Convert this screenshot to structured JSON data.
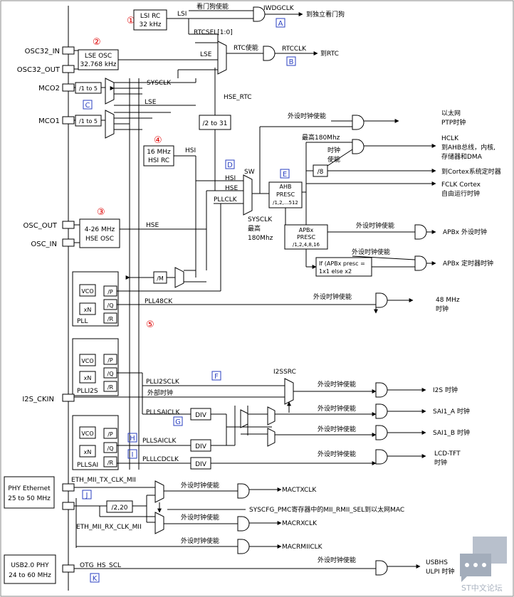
{
  "num": {
    "n1": "①",
    "n2": "②",
    "n3": "③",
    "n4": "④",
    "n5": "⑤"
  },
  "letter": {
    "A": "A",
    "B": "B",
    "C": "C",
    "D": "D",
    "E": "E",
    "F": "F",
    "G": "G",
    "H": "H",
    "I": "I",
    "J": "J",
    "K": "K"
  },
  "lsirc": {
    "l1": "LSI RC",
    "l2": "32 kHz"
  },
  "lseosc": {
    "l1": "LSE OSC",
    "l2": "32.768 kHz"
  },
  "hsirc": {
    "l1": "16 MHz",
    "l2": "HSI RC"
  },
  "hseosc": {
    "l1": "4-26 MHz",
    "l2": "HSE OSC"
  },
  "pins": {
    "osc32_in": "OSC32_IN",
    "osc32_out": "OSC32_OUT",
    "mco2": "MCO2",
    "mco1": "MCO1",
    "osc_out": "OSC_OUT",
    "osc_in": "OSC_IN",
    "i2s_ckin": "I2S_CKIN"
  },
  "phyeth": {
    "l1": "PHY Ethernet",
    "l2": "25 to 50 MHz"
  },
  "usbphy": {
    "l1": "USB2.0 PHY",
    "l2": "24 to 60 MHz"
  },
  "div": {
    "mco": "/1 to 5",
    "rtc": "/2 to 31",
    "m": "/M",
    "ahb8": "/8",
    "eth": "/2,20",
    "div": "DIV"
  },
  "ahb": {
    "l1": "AHB",
    "l2": "PRESC",
    "l3": "/1,2,...512"
  },
  "apb": {
    "l1": "APBx",
    "l2": "PRESC",
    "l3": "/1,2,4,8,16"
  },
  "apbtim": {
    "l1": "If (APBx presc =",
    "l2": "1x1 else x2"
  },
  "pll": {
    "vco": "VCO",
    "xn": "xN",
    "p": "/P",
    "q": "/Q",
    "r": "/R",
    "pll": "PLL",
    "plli2s": "PLLI2S",
    "pllsai": "PLLSAI"
  },
  "lbl": {
    "lsi": "LSI",
    "lse": "LSE",
    "hsi": "HSI",
    "hse": "HSE",
    "sysclk": "SYSCLK",
    "rtcsel": "RTCSEL[1:0]",
    "hse_rtc": "HSE_RTC",
    "sw": "SW",
    "pllclk": "PLLCLK",
    "pll48ck": "PLL48CK",
    "plli2sclk": "PLLI2SCLK",
    "ext_clk": "外部时钟",
    "pllsaiclk": "PLLSAICLK",
    "plllcdclk": "PLLLCDCLK",
    "i2ssrc": "I2SSRC",
    "eth_tx": "ETH_MII_TX_CLK_MII",
    "eth_rx": "ETH_MII_RX_CLK_MII",
    "otg_hs": "OTG_HS_SCL",
    "max180": "最高180Mhz",
    "max1": "最高",
    "max2": "180Mhz",
    "clk_en1": "时钟",
    "clk_en2": "使能"
  },
  "en": {
    "wdg": "看门狗使能",
    "rtc": "RTC使能",
    "periph": "外设时钟使能"
  },
  "sig": {
    "iwdgclk": "IWDGCLK",
    "rtcclk": "RTCCLK"
  },
  "out": {
    "iwdg": "到独立看门狗",
    "rtc": "到RTC",
    "ptp1": "以太网",
    "ptp2": "PTP时钟",
    "hclk1": "HCLK",
    "hclk2": "到AHB总线，内核,",
    "hclk3": "存储器和DMA",
    "cortex": "到Cortex系统定时器",
    "fclk1": "FCLK Cortex",
    "fclk2": "自由运行时钟",
    "apb_periph": "APBx 外设时钟",
    "apb_tim": "APBx 定时器时钟",
    "mhz48_1": "48 MHz",
    "mhz48_2": "时钟",
    "i2s": "I2S 时钟",
    "sai_a": "SAI1_A 时钟",
    "sai_b": "SAI1_B 时钟",
    "lcd1": "LCD-TFT",
    "lcd2": "时钟",
    "mactx": "MACTXCLK",
    "macrx": "MACRXCLK",
    "macrmii": "MACRMIICLK",
    "syscfg": "SYSCFG_PMC寄存器中的MII_RMII_SEL到以太网MAC",
    "usb1": "USBHS",
    "usb2": "ULPI 时钟"
  },
  "wm": {
    "text": "ST中文论坛"
  }
}
